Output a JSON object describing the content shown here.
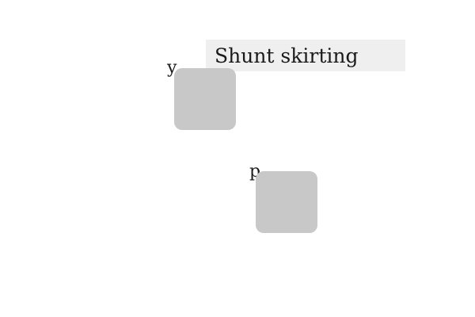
{
  "title": "Shunt skirting",
  "nodes": [
    {
      "label": "y"
    },
    {
      "label": "p"
    }
  ],
  "colors": {
    "title_background": "#efefef",
    "node_fill": "#c8c8c8",
    "text": "#1a1a1a",
    "background": "#ffffff"
  }
}
